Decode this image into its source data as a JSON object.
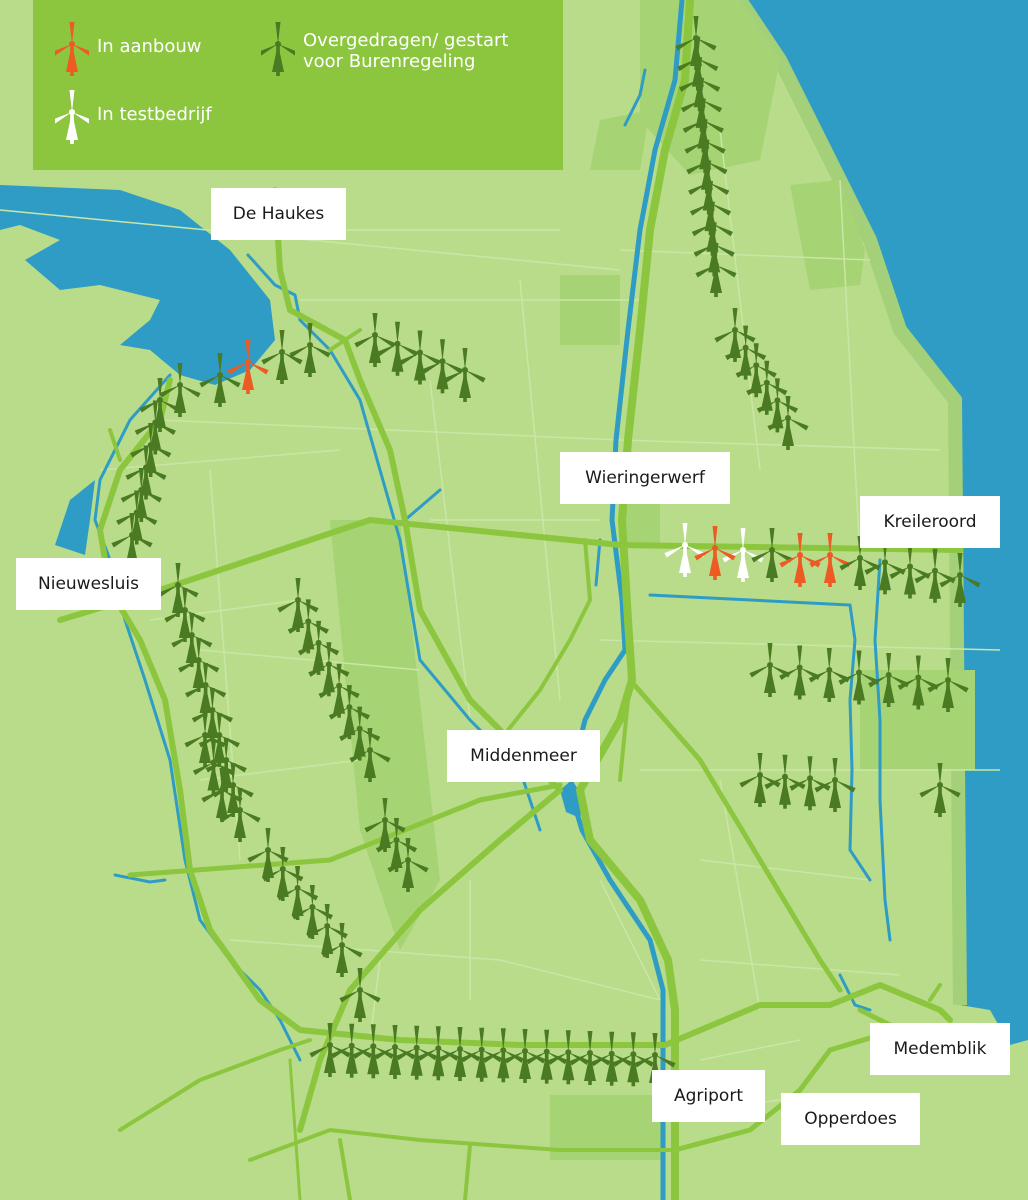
{
  "legend": {
    "items": [
      {
        "label": "In aanbouw",
        "status": "construction",
        "icon": "wind-turbine-icon"
      },
      {
        "label": "Overgedragen/ gestart\nvoor Burenregeling",
        "status": "transferred",
        "icon": "wind-turbine-icon"
      },
      {
        "label": "In testbedrijf",
        "status": "testing",
        "icon": "wind-turbine-icon"
      }
    ]
  },
  "colors": {
    "land": "#b8dc8a",
    "water": "#2f9cc5",
    "road": "#8cc63f",
    "field_dark": "#9fd06a",
    "legend_bg": "#8cc63f",
    "construction": "#ee5a24",
    "transferred": "#4a7a22",
    "testing": "#ffffff"
  },
  "places": [
    {
      "name": "De Haukes"
    },
    {
      "name": "Wieringerwerf"
    },
    {
      "name": "Kreileroord"
    },
    {
      "name": "Nieuwesluis"
    },
    {
      "name": "Middenmeer"
    },
    {
      "name": "Medemblik"
    },
    {
      "name": "Agriport"
    },
    {
      "name": "Opperdoes"
    }
  ]
}
